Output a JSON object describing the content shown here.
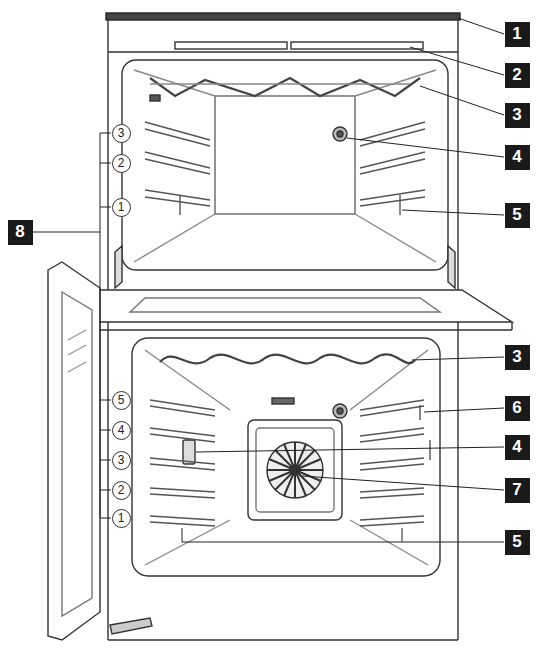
{
  "diagram": {
    "labels": [
      "1",
      "2",
      "3",
      "4",
      "5",
      "8",
      "3",
      "2",
      "1",
      "3",
      "6",
      "4",
      "7",
      "5",
      "5",
      "4",
      "3",
      "2",
      "1"
    ]
  }
}
